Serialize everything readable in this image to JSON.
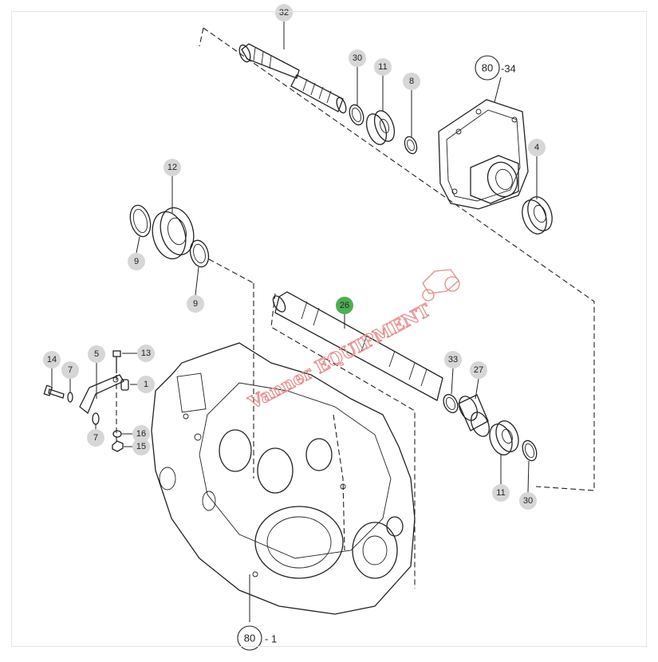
{
  "diagram": {
    "callouts": [
      {
        "id": "c32",
        "label": "32"
      },
      {
        "id": "c30a",
        "label": "30"
      },
      {
        "id": "c11a",
        "label": "11"
      },
      {
        "id": "c8",
        "label": "8"
      },
      {
        "id": "c80a",
        "label": "80",
        "suffix": "-34"
      },
      {
        "id": "c4",
        "label": "4"
      },
      {
        "id": "c12",
        "label": "12"
      },
      {
        "id": "c9a",
        "label": "9"
      },
      {
        "id": "c9b",
        "label": "9"
      },
      {
        "id": "c26",
        "label": "26",
        "highlight": "#4caf50"
      },
      {
        "id": "c33",
        "label": "33"
      },
      {
        "id": "c27",
        "label": "27"
      },
      {
        "id": "c11b",
        "label": "11"
      },
      {
        "id": "c30b",
        "label": "30"
      },
      {
        "id": "c14",
        "label": "14"
      },
      {
        "id": "c7a",
        "label": "7"
      },
      {
        "id": "c5",
        "label": "5"
      },
      {
        "id": "c13",
        "label": "13"
      },
      {
        "id": "c1",
        "label": "1"
      },
      {
        "id": "c16",
        "label": "16"
      },
      {
        "id": "c15",
        "label": "15"
      },
      {
        "id": "c7b",
        "label": "7"
      },
      {
        "id": "c80b",
        "label": "80",
        "suffix": "- 1"
      }
    ],
    "watermark": "Vanner EQUIPMENT",
    "colors": {
      "callout_fill": "#d6d6d6",
      "highlight": "#4caf50",
      "watermark": "#e88a8a",
      "line": "#222222"
    }
  }
}
